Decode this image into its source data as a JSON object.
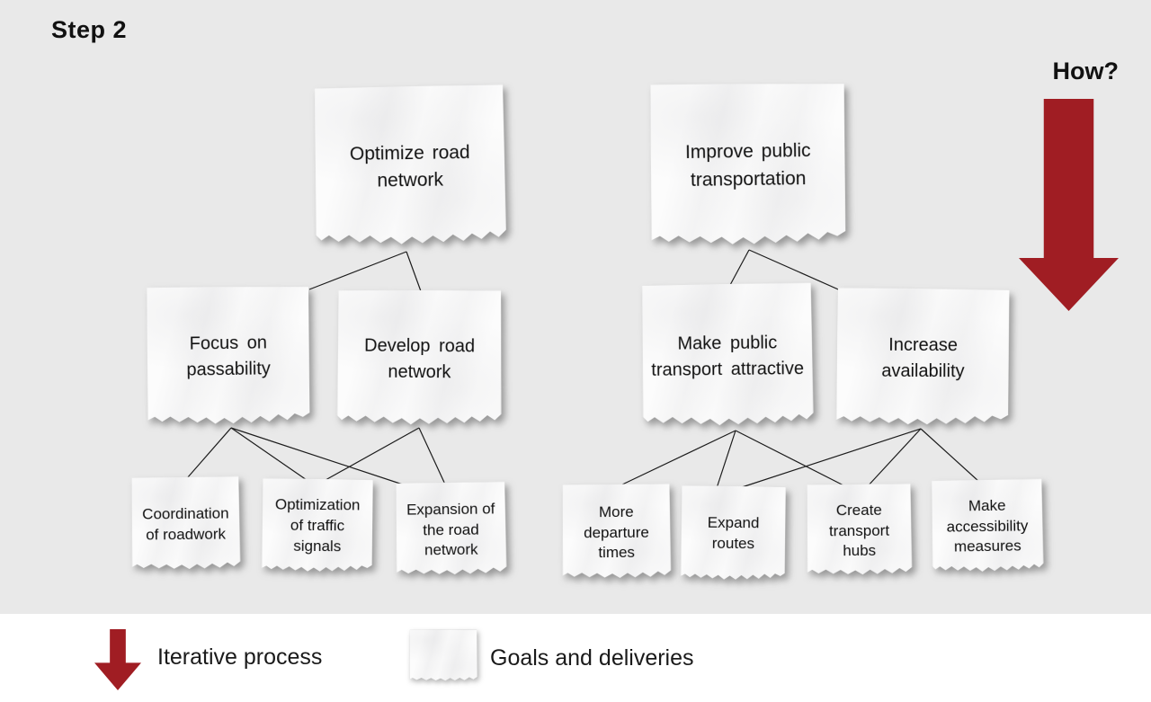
{
  "header": {
    "step_label": "Step 2",
    "how_label": "How?"
  },
  "diagram": {
    "tree1": {
      "root": "Optimize road network",
      "children": [
        "Focus on passability",
        "Develop road network"
      ],
      "leaves": [
        "Coordination of roadwork",
        "Optimization of traffic signals",
        "Expansion of the road network"
      ]
    },
    "tree2": {
      "root": "Improve public transportation",
      "children": [
        "Make public transport attractive",
        "Increase availability"
      ],
      "leaves": [
        "More departure times",
        "Expand routes",
        "Create transport hubs",
        "Make accessibility measures"
      ]
    },
    "connections": [
      "Optimize road network > Focus on passability",
      "Optimize road network > Develop road network",
      "Focus on passability > Coordination of roadwork",
      "Focus on passability > Optimization of traffic signals",
      "Focus on passability > Expansion of the road network",
      "Develop road network > Optimization of traffic signals",
      "Develop road network > Expansion of the road network",
      "Improve public transportation > Make public transport attractive",
      "Improve public transportation > Increase availability",
      "Make public transport attractive > More departure times",
      "Make public transport attractive > Expand routes",
      "Make public transport attractive > Create transport hubs",
      "Increase availability > Expand routes",
      "Increase availability > Create transport hubs",
      "Increase availability > Make accessibility measures"
    ]
  },
  "legend": {
    "items": [
      {
        "icon": "red-down-arrow-icon",
        "label": "Iterative process"
      },
      {
        "icon": "paper-note-icon",
        "label": "Goals and deliveries"
      }
    ]
  },
  "colors": {
    "arrow_red": "#a01d23",
    "background_gray": "#e9e9e9",
    "paper_white": "#fcfcfc",
    "text": "#111111"
  }
}
